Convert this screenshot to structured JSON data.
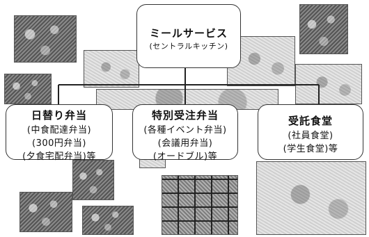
{
  "root": {
    "title": "ミールサービス",
    "subtitle": "(セントラルキッチン)"
  },
  "children": [
    {
      "title": "日替り弁当",
      "lines": [
        "(中食配達弁当)",
        "(300円弁当)",
        "(夕食宅配弁当)等"
      ]
    },
    {
      "title": "特別受注弁当",
      "lines": [
        "(各種イベント弁当)",
        "(会議用弁当)",
        "(オードブル)等"
      ]
    },
    {
      "title": "受託食堂",
      "lines": [
        "(社員食堂)",
        "(学生食堂)等"
      ]
    }
  ],
  "photos": [
    "bento-photo",
    "food-photo",
    "food-photo",
    "plate-photo",
    "food-photo",
    "platter-photo",
    "bento-photo",
    "bento-photo",
    "bento-photo",
    "bento-photo",
    "bento-photo",
    "cafeteria-photo",
    "food-photo",
    "food-photo"
  ]
}
